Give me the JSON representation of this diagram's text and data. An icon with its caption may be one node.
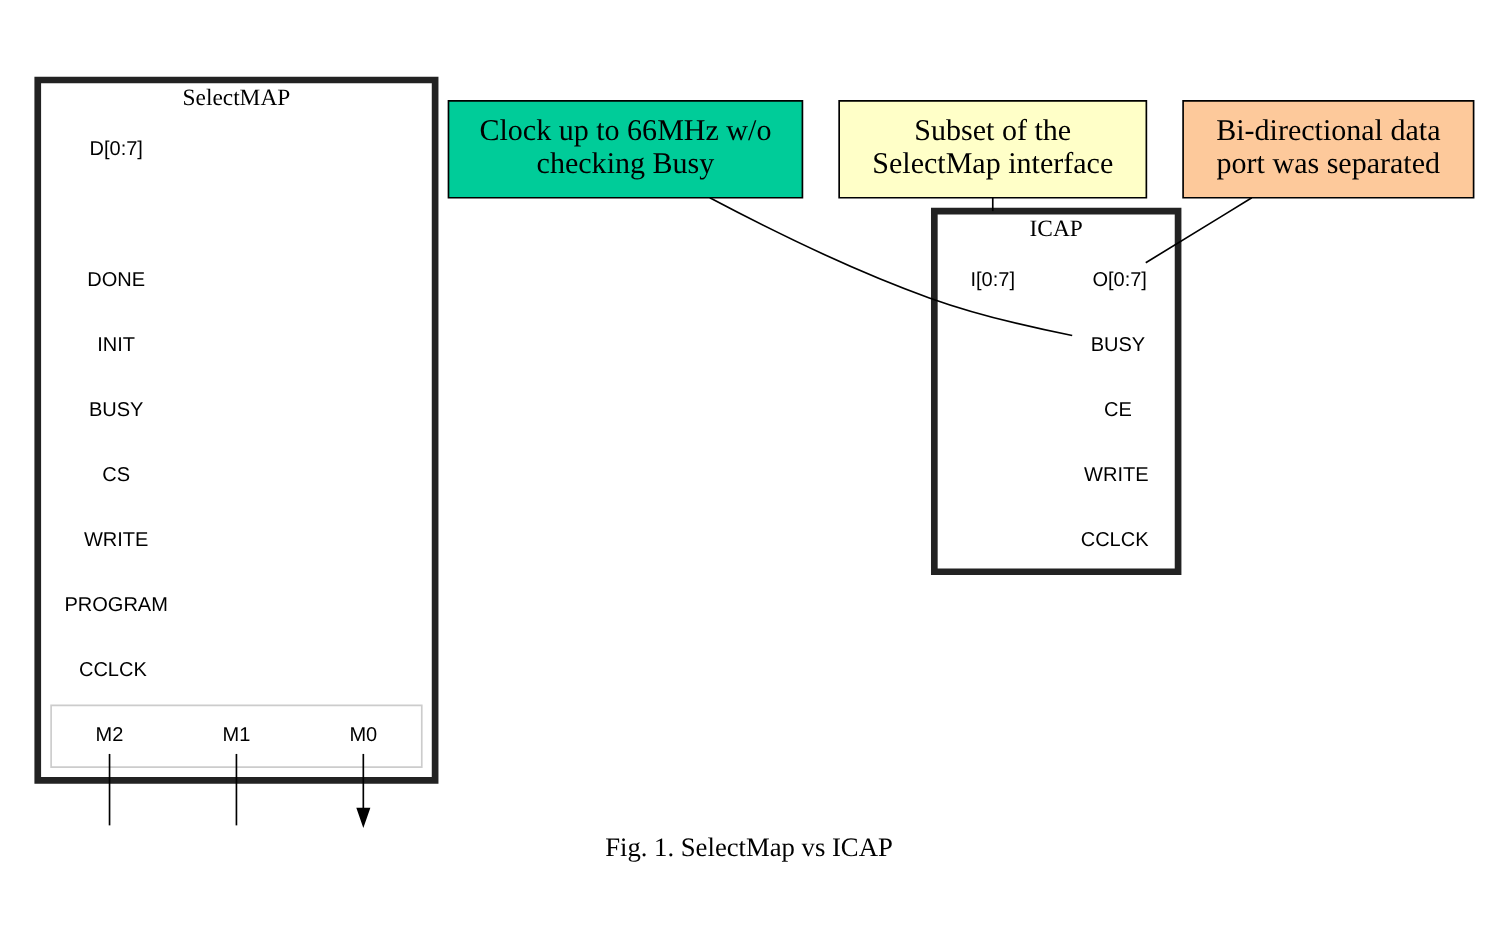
{
  "diagram": {
    "caption": "Fig. 1. SelectMap vs ICAP",
    "nodes": [
      {
        "text": [
          "SelectMAP"
        ]
      },
      {
        "text": [
          "D[0:7]"
        ],
        "in": 0
      },
      {
        "text": [
          "DONE"
        ],
        "in": 0
      },
      {
        "text": [
          "INIT"
        ],
        "in": 0
      },
      {
        "text": [
          "BUSY"
        ],
        "in": 0
      },
      {
        "text": [
          "CS"
        ],
        "in": 0
      },
      {
        "text": [
          "WRITE"
        ],
        "in": 0
      },
      {
        "text": [
          "PROGRAM"
        ],
        "in": 0
      },
      {
        "text": [
          "CCLCK"
        ],
        "in": 0
      },
      {
        "text": [],
        "shape": "box",
        "in": 0
      },
      {
        "text": [
          "M2"
        ],
        "in": 9
      },
      {
        "text": [
          "M1"
        ],
        "in": 9
      },
      {
        "text": [
          "M0"
        ],
        "in": 9
      },
      {
        "text": [
          "ICAP"
        ]
      },
      {
        "text": [
          "I[0:7]"
        ],
        "in": 13
      },
      {
        "text": [
          "O[0:7]"
        ],
        "in": 13
      },
      {
        "text": [
          "BUSY"
        ],
        "in": 13
      },
      {
        "text": [
          "CE"
        ],
        "in": 13
      },
      {
        "text": [
          "WRITE"
        ],
        "in": 13
      },
      {
        "text": [
          "CCLCK"
        ],
        "in": 13
      },
      {
        "text": [
          "Subset of the SelectMap interface"
        ]
      },
      {
        "text": [
          "Bi-directional data port was separated"
        ]
      },
      {
        "text": [
          "Clock up to 66MHz w/o checking Busy"
        ]
      }
    ],
    "edges": [
      {
        "from": 10,
        "to": null,
        "arrow": "none"
      },
      {
        "from": 11,
        "to": null,
        "arrow": "none"
      },
      {
        "from": 12,
        "to": null,
        "arrow": "to"
      },
      {
        "from": 20,
        "to": 13,
        "arrow": "none"
      },
      {
        "from": 21,
        "to": 15,
        "arrow": "none"
      },
      {
        "from": 22,
        "to": 16,
        "arrow": "none"
      }
    ]
  }
}
